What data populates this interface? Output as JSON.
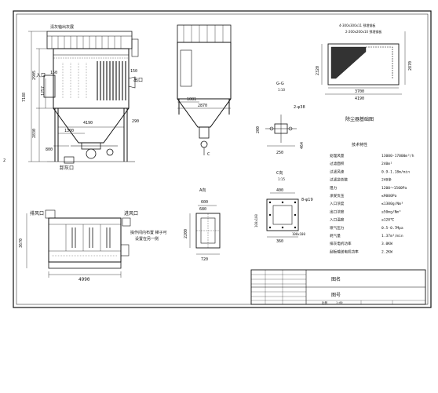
{
  "left_view": {
    "top_label": "清灰轴出灰展",
    "inlet": "入口",
    "outlet": "出口",
    "discharge": "卸灰口",
    "dims": {
      "d7188": "7188",
      "d2905": "2905",
      "d1257": "1257",
      "d2830": "2830",
      "d800": "800",
      "d1300": "1300",
      "d4190": "4190",
      "d150a": "150",
      "d150b": "150",
      "d290": "290"
    }
  },
  "side_view": {
    "d1081": "1081",
    "d2870": "2870",
    "section_mark": "C"
  },
  "foundation": {
    "note1": "4-300x300x11 预埋钢板",
    "note2": "2-200x200x10 预埋钢板",
    "d2320": "2320",
    "d2870": "2870",
    "d3700": "3700",
    "d4190": "4190",
    "title": "除尘器基础图"
  },
  "section_gg": {
    "label": "G-G",
    "scale": "1:10",
    "dia": "2-φ38",
    "d200": "200",
    "d250": "250",
    "d464": "464"
  },
  "section_cc": {
    "label": "C向",
    "scale": "1:15",
    "dia": "8-φ19",
    "d400": "400",
    "d360": "360",
    "d100a": "100x100",
    "d100b": "100x100"
  },
  "section_a": {
    "label": "A向",
    "d600": "600",
    "d680": "680",
    "d2200": "2200",
    "d720": "720"
  },
  "bottom_view": {
    "exhaust": "排风口",
    "intake": "进风口",
    "d3670": "3670",
    "d4990": "4990",
    "note_line1": "操作间内布置  梯子可",
    "note_line2": "设置在另一侧"
  },
  "specs": {
    "title": "技术特性",
    "rows": [
      {
        "label": "处理风量",
        "value": "13000-17000m³/h"
      },
      {
        "label": "过滤面积",
        "value": "240m²"
      },
      {
        "label": "过滤风速",
        "value": "0.9-1.18m/min"
      },
      {
        "label": "过滤袋总数",
        "value": "240条"
      },
      {
        "label": "阻力",
        "value": "1200～1500Pa"
      },
      {
        "label": "承受负压",
        "value": "≤9000Pa"
      },
      {
        "label": "入口浓度",
        "value": "≤1300g/Nm³"
      },
      {
        "label": "出口浓度",
        "value": "≤50mg/Nm³"
      },
      {
        "label": "入口温度",
        "value": "≤120℃"
      },
      {
        "label": "喷气压力",
        "value": "0.5-0.7Mpa"
      },
      {
        "label": "耗气量",
        "value": "1.37m³/min"
      },
      {
        "label": "排灰电机功率",
        "value": "3.0KW"
      },
      {
        "label": "刮板输送电机功率",
        "value": "2.2KW"
      }
    ]
  },
  "title_block": {
    "drawing_name": "图名",
    "drawing_no": "图号",
    "scale": "1:60",
    "small": "比例"
  },
  "margin_mark": "2"
}
